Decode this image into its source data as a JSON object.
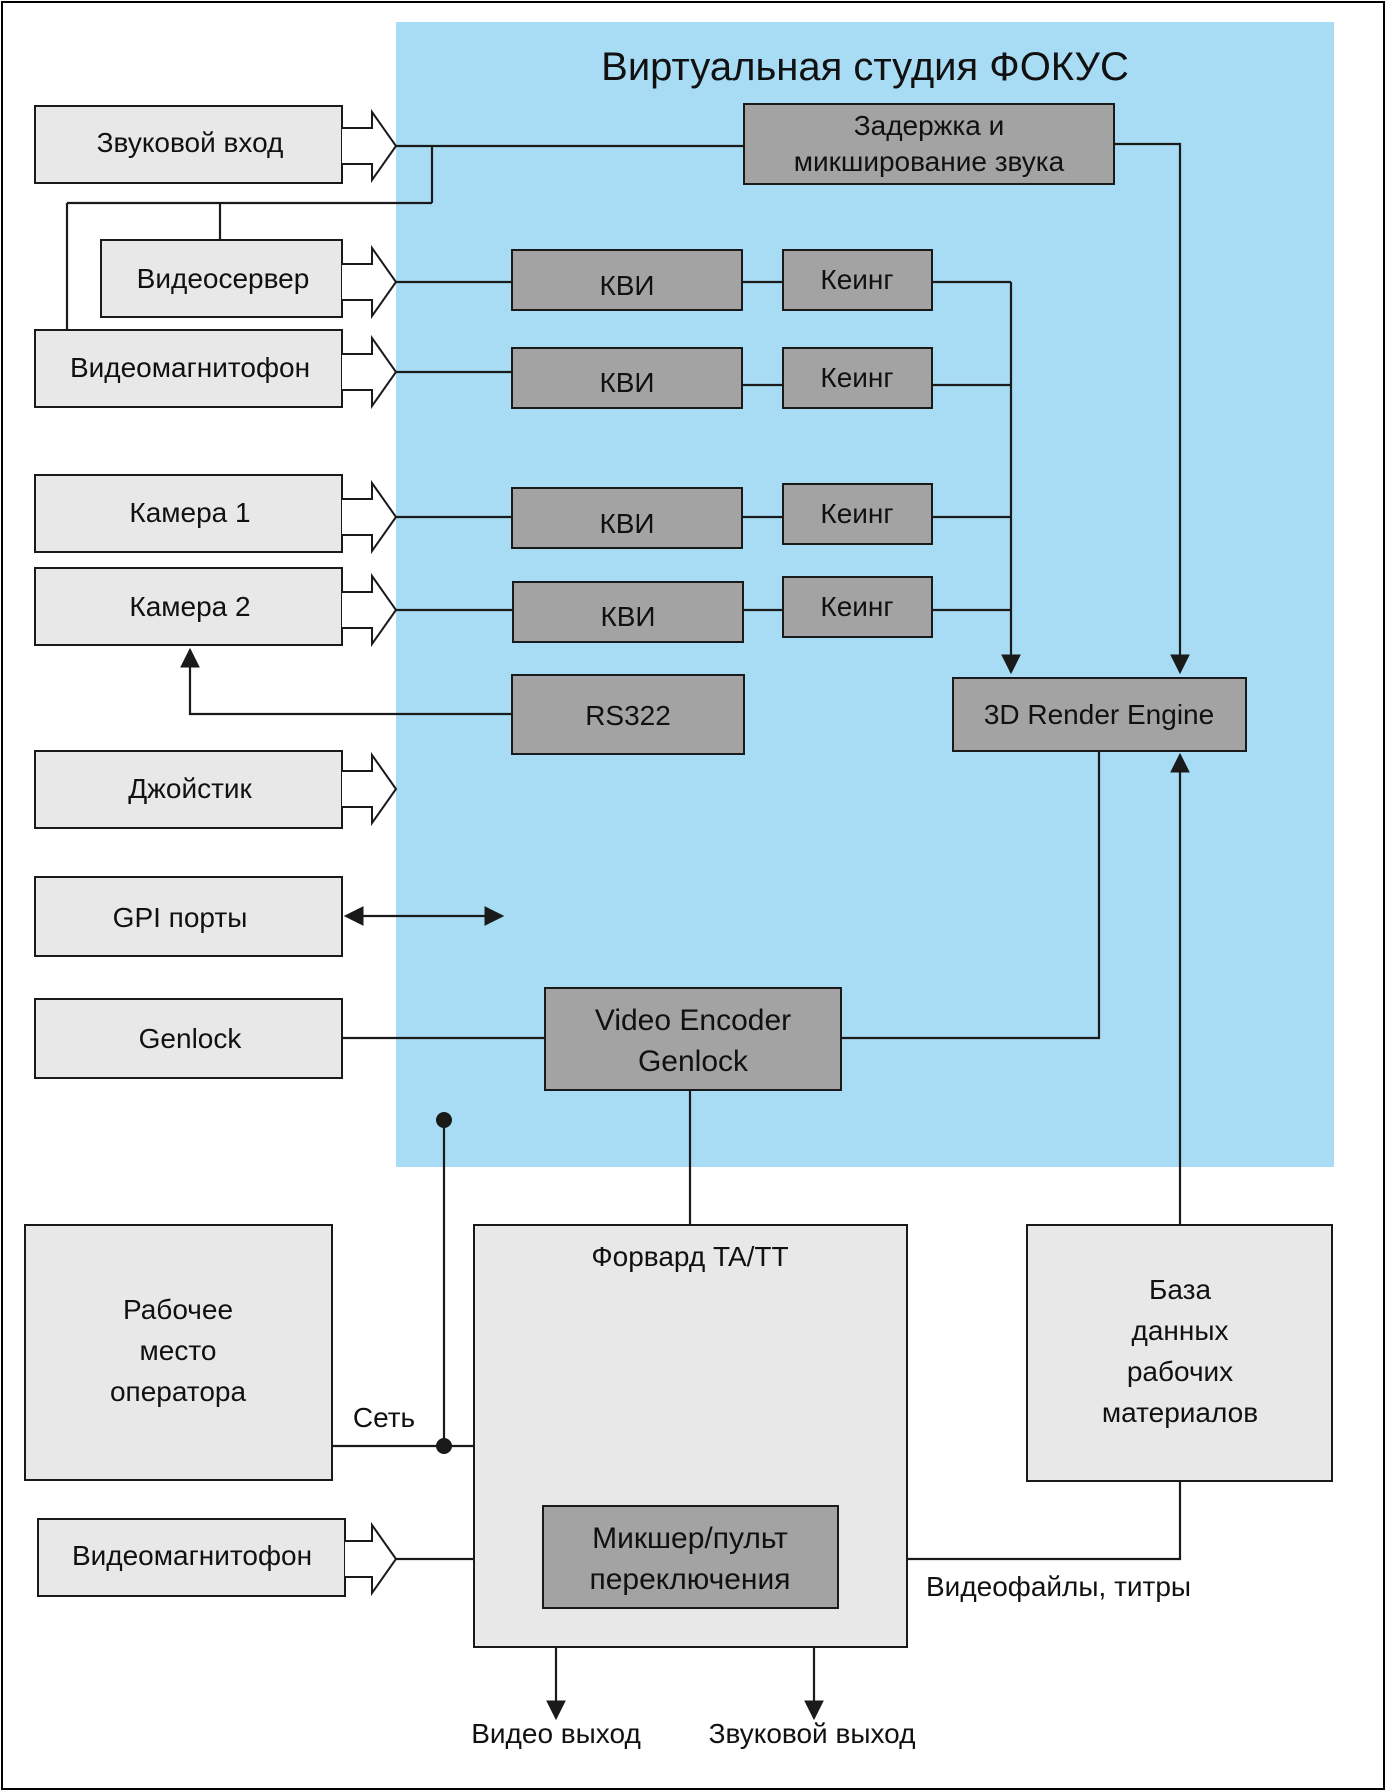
{
  "title": "Виртуальная студия ФОКУС",
  "colors": {
    "studio_bg": "#a8dcf5",
    "input_box": "#e8e8e8",
    "process_box": "#a3a3a3",
    "outer_box": "#e8e8e8",
    "line": "#1a1a1a",
    "border": "#000000"
  },
  "inputs": {
    "audio_in": "Звуковой вход",
    "video_server": "Видеосервер",
    "vtr_1": "Видеомагнитофон",
    "camera_1": "Камера 1",
    "camera_2": "Камера 2",
    "joystick": "Джойстик",
    "gpi_ports": "GPI порты",
    "genlock": "Genlock",
    "vtr_2": "Видеомагнитофон"
  },
  "processing": {
    "audio_delay_line1": "Задержка и",
    "audio_delay_line2": "микширование звука",
    "kvi": "КВИ",
    "keying": "Кеинг",
    "rs322": "RS322",
    "render_engine": "3D Render Engine",
    "encoder_line1": "Video Encoder",
    "encoder_line2": "Genlock"
  },
  "bottom": {
    "operator_line1": "Рабочее",
    "operator_line2": "место",
    "operator_line3": "оператора",
    "network": "Сеть",
    "forward": "Форвард TA/TT",
    "mixer_line1": "Микшер/пульт",
    "mixer_line2": "переключения",
    "db_line1": "База",
    "db_line2": "данных",
    "db_line3": "рабочих",
    "db_line4": "материалов",
    "videofiles": "Видеофайлы, титры",
    "video_out": "Видео выход",
    "audio_out": "Звуковой выход"
  }
}
